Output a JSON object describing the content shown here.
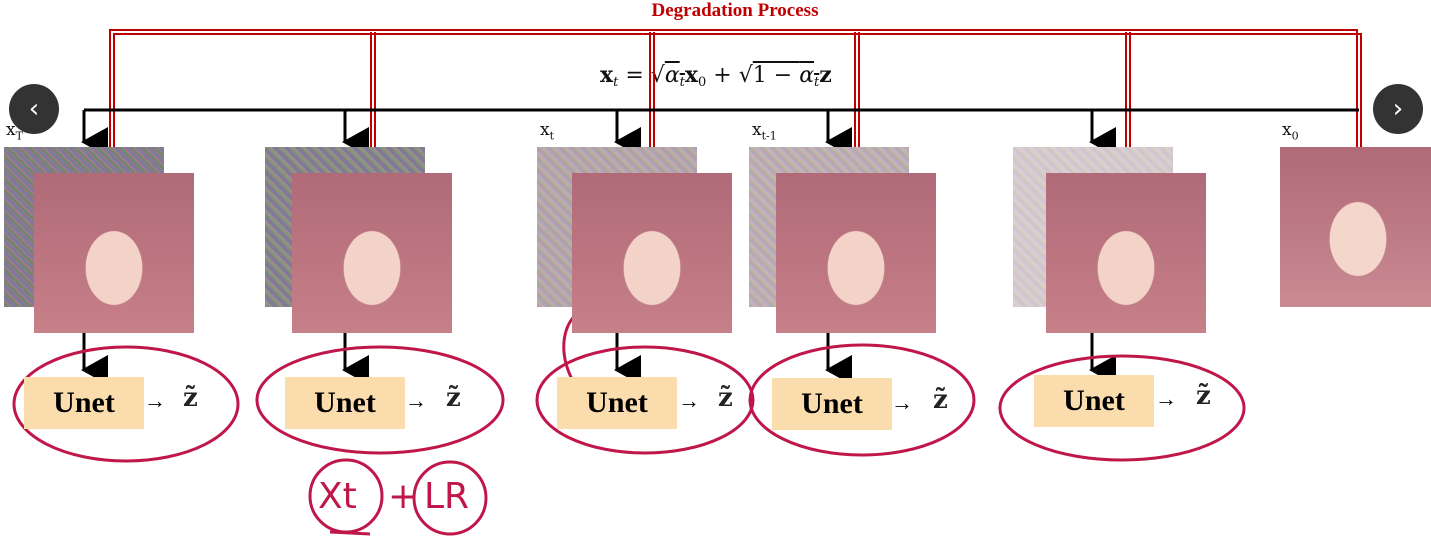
{
  "title": "Degradation Process",
  "formula": {
    "lhs": "x",
    "lhs_sub": "t",
    "eq": " = ",
    "term1_alpha": "α",
    "term1_sub": "t",
    "x0": "x",
    "x0_sub": "0",
    "plus": " + ",
    "term2": "1 − ",
    "term2_alpha": "α",
    "term2_sub": "t",
    "z": "z"
  },
  "labels": {
    "xT": "x",
    "xT_sub": "T",
    "xt": "x",
    "xt_sub": "t",
    "xt1": "x",
    "xt1_sub": "t-1",
    "x0": "x",
    "x0_sub": "0"
  },
  "unet_label": "Unet",
  "output_label": "z̃",
  "arrow": "→",
  "handwriting": {
    "xt": "Xt",
    "plus": "+",
    "lr": "LR"
  },
  "nav": {
    "prev": "‹",
    "next": "›"
  },
  "colors": {
    "red": "#c00000",
    "annotation": "#c0174a",
    "unet_fill": "#fbdcac"
  }
}
